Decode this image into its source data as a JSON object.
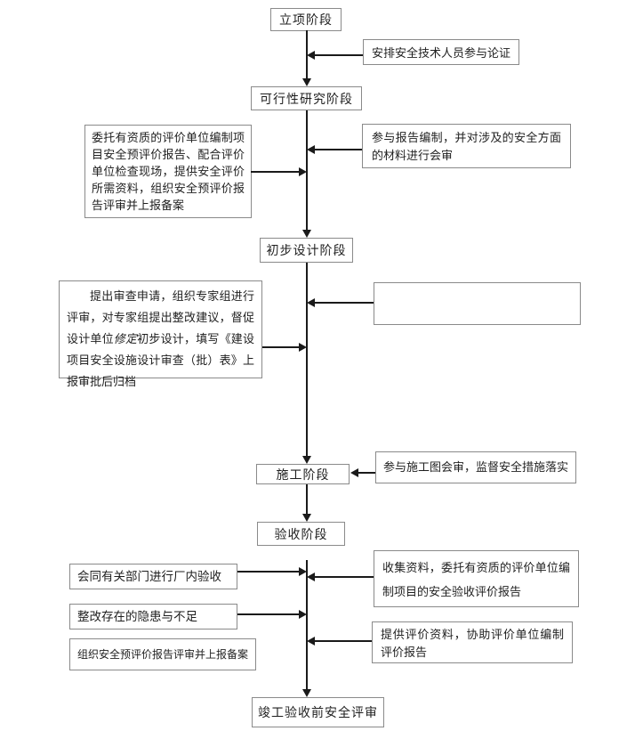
{
  "colors": {
    "background": "#ffffff",
    "box_border": "#8a8a8a",
    "arrow_line": "#1a1a1a",
    "text": "#1f1f1f"
  },
  "flowchart": {
    "stages": {
      "project_initiation": "立项阶段",
      "feasibility_study": "可行性研究阶段",
      "preliminary_design": "初步设计阶段",
      "construction": "施工阶段",
      "acceptance": "验收阶段",
      "pre_completion_safety_review": "竣工验收前安全评审"
    },
    "notes": {
      "initiation_right": "安排安全技术人员参与论证",
      "feasibility_left": "委托有资质的评价单位编制项目安全预评价报告、配合评价单位检查现场，提供安全评价所需资料，组织安全预评价报告评审并上报备案",
      "feasibility_right": "参与报告编制，并对涉及的安全方面的材料进行会审",
      "design_left_part1": "提出审查申请，组织专家组进行评审，对专家组提出整改建议，督促设计单位",
      "design_left_emphasis": "修定",
      "design_left_part2": "初步设计，填写《建设项目安全设施设计审查（批）表》上报审批后归档",
      "construction_right": "参与施工图会审，监督安全措施落实",
      "acceptance_left_1": "会同有关部门进行厂内验收",
      "acceptance_left_2": "整改存在的隐患与不足",
      "acceptance_left_3": "组织安全预评价报告评审并上报备案",
      "acceptance_right_1": "收集资料，委托有资质的评价单位编制项目的安全验收评价报告",
      "acceptance_right_2": "提供评价资料，协助评价单位编制评价报告"
    }
  }
}
